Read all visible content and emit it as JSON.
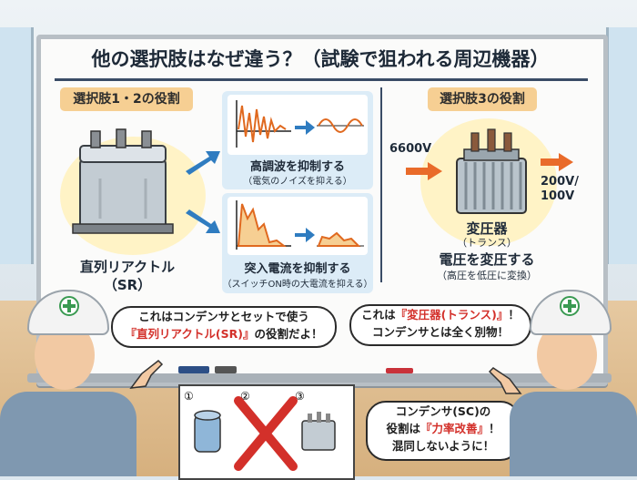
{
  "title": "他の選択肢はなぜ違う？（試験で狙われる周辺機器）",
  "left_section": {
    "badge": "選択肢1・2の役割",
    "device_name": "直列リアクトル",
    "device_abbr": "（SR）",
    "chart1": {
      "caption": "高調波を抑制する",
      "note": "（電気のノイズを抑える）"
    },
    "chart2": {
      "caption": "突入電流を抑制する",
      "note": "（スイッチON時の大電流を抑える）"
    }
  },
  "right_section": {
    "badge": "選択肢3の役割",
    "input_voltage": "6600V",
    "output_voltage_1": "200V/",
    "output_voltage_2": "100V",
    "device_name": "変圧器",
    "device_sub": "（トランス）",
    "caption": "電圧を変圧する",
    "note": "（高圧を低圧に変換）"
  },
  "bubble_left": {
    "line1": "これはコンデンサとセットで使う",
    "line2_hl": "『直列リアクトル(SR)』",
    "line2_rest": "の役割だよ！"
  },
  "bubble_right": {
    "line1_pre": "これは",
    "line1_hl": "『変圧器(トランス)』",
    "line1_post": "！",
    "line2": "コンデンサとは全く別物！"
  },
  "bubble_bottom": {
    "line1": "コンデンサ(SC)の",
    "line2_pre": "役割は",
    "line2_hl": "『力率改善』",
    "line2_post": "！",
    "line3": "混同しないように！"
  },
  "choice_panel": {
    "labels": [
      "①",
      "②",
      "③"
    ]
  },
  "colors": {
    "badge": "#f6cf93",
    "accent_red": "#d3302a",
    "arrow_blue": "#2f7cc0",
    "arrow_orange": "#e96b2a",
    "wave_orange": "#e0691f",
    "wave_blue": "#2c5ea8"
  },
  "icons": [
    "reactor-icon",
    "transformer-icon",
    "cross-mark-icon",
    "helmet-icon"
  ]
}
